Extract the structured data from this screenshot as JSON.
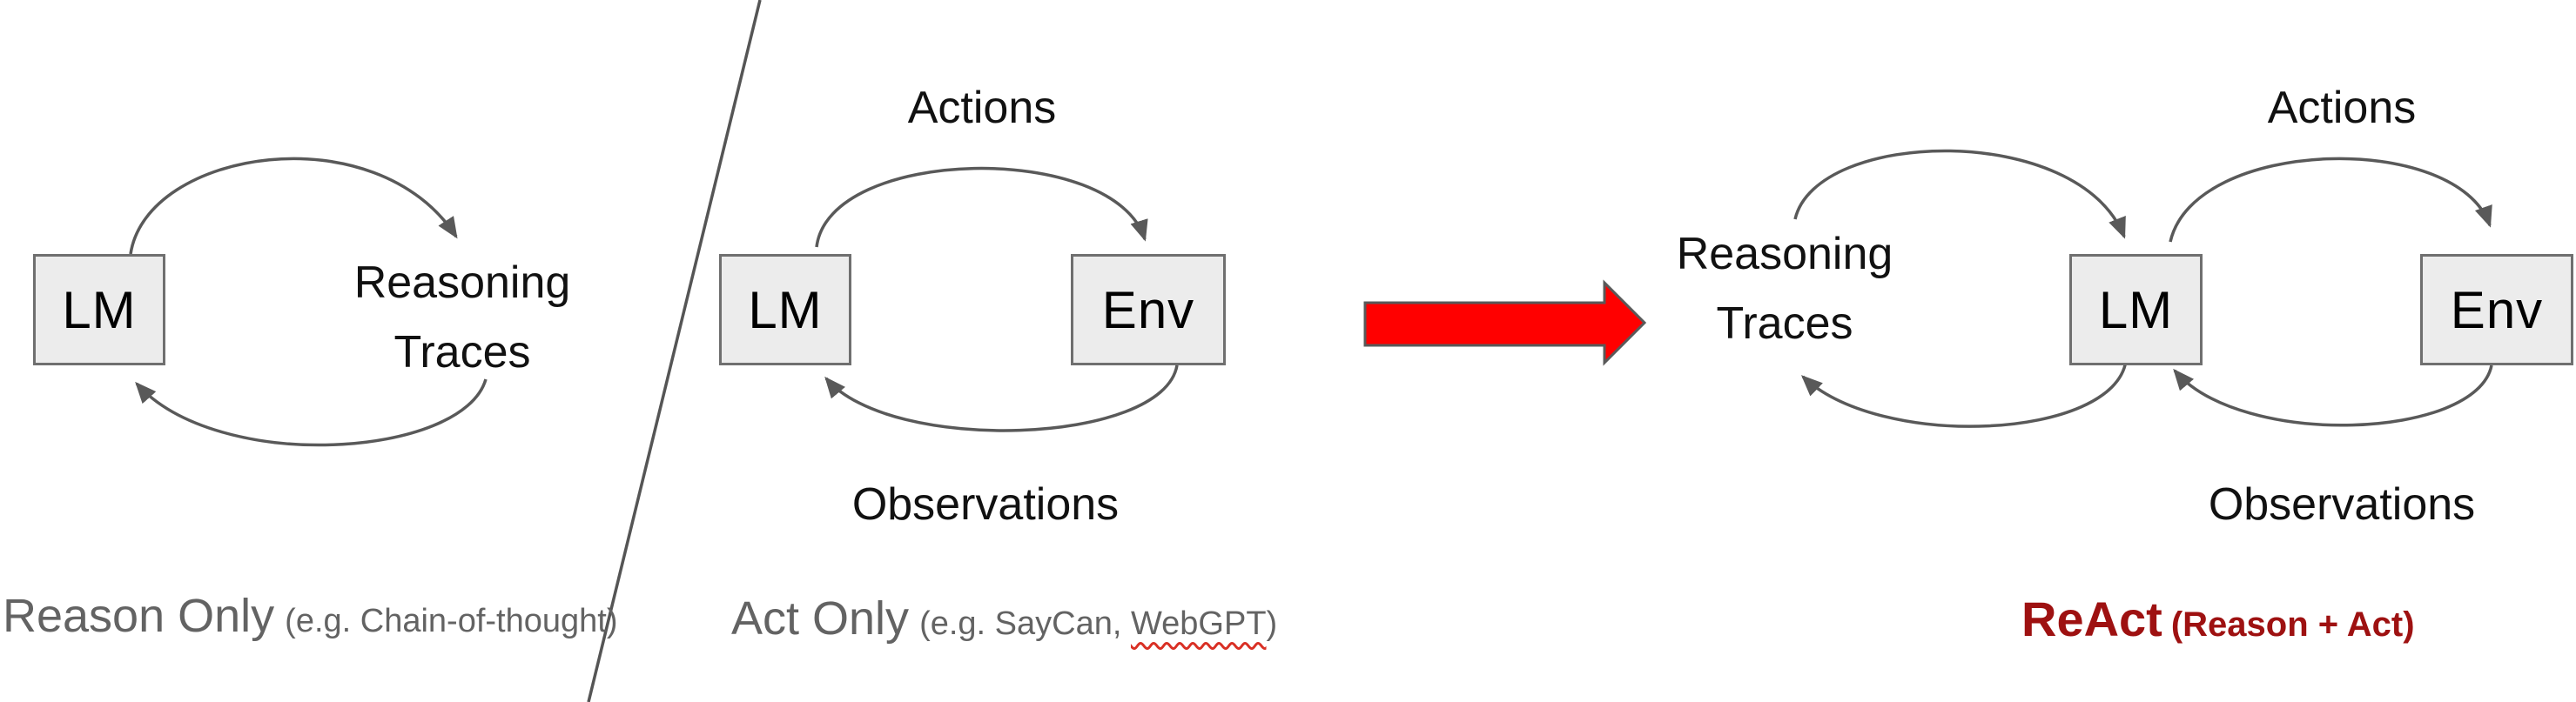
{
  "panels": {
    "reason_only": {
      "lm_box": "LM",
      "cycle_label_line1": "Reasoning",
      "cycle_label_line2": "Traces",
      "caption": "Reason Only",
      "caption_note": "(e.g. Chain-of-thought)"
    },
    "act_only": {
      "lm_box": "LM",
      "env_box": "Env",
      "top_label": "Actions",
      "bottom_label": "Observations",
      "caption": "Act Only",
      "caption_note_prefix": "(e.g. SayCan,",
      "caption_note_flagged_word": "WebGPT",
      "caption_note_suffix": ")"
    },
    "react": {
      "cycle_label_line1": "Reasoning",
      "cycle_label_line2": "Traces",
      "lm_box": "LM",
      "env_box": "Env",
      "top_label": "Actions",
      "bottom_label": "Observations",
      "caption": "ReAct",
      "caption_note": "(Reason + Act)"
    }
  },
  "colors": {
    "red_arrow_fill": "#FF0000",
    "react_caption_red": "#9E1111",
    "caption_gray": "#636363",
    "box_fill": "#ECECEC",
    "box_border": "#6F6F6F",
    "stroke_gray": "#595959",
    "spellcheck_underline_red": "#D93025",
    "label_black": "#111111"
  }
}
